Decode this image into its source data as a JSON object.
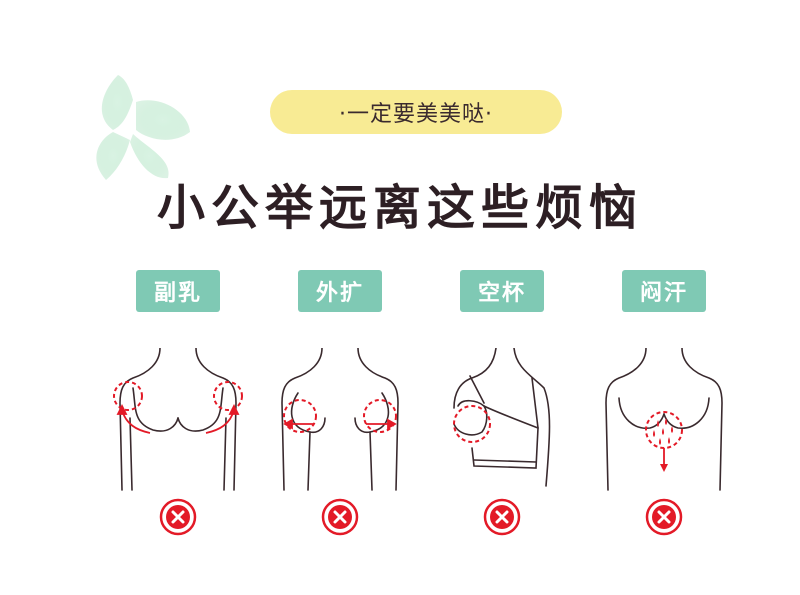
{
  "slogan": "·一定要美美哒·",
  "headline": "小公举远离这些烦恼",
  "problems": [
    {
      "label": "副乳",
      "icon": "side-fat-breast-icon"
    },
    {
      "label": "外扩",
      "icon": "spread-breast-icon"
    },
    {
      "label": "空杯",
      "icon": "empty-cup-bra-icon"
    },
    {
      "label": "闷汗",
      "icon": "sweat-breast-icon"
    }
  ],
  "colors": {
    "pill": "#f8eb94",
    "tag": "#7fc9b4",
    "warning": "#e31a27",
    "outline": "#3a2a2e",
    "butterfly": "#c9ecd6"
  }
}
